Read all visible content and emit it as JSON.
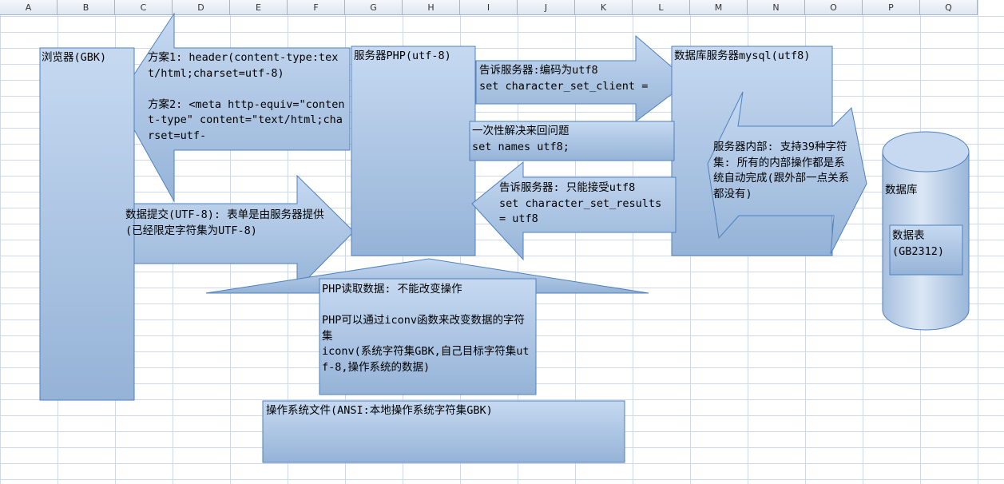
{
  "sheet": {
    "columns": [
      "A",
      "B",
      "C",
      "D",
      "E",
      "F",
      "G",
      "H",
      "I",
      "J",
      "K",
      "L",
      "M",
      "N",
      "O",
      "P",
      "Q"
    ]
  },
  "colors": {
    "grid_line": "#d0d7e5",
    "shape_light": "#c6d9f1",
    "shape_dark": "#95b3d7",
    "shape_border": "#4f81bd"
  },
  "diagram": {
    "browser_label": "浏览器(GBK)",
    "option_header": "方案1: header(content-type:text/html;charset=utf-8)\n\n方案2: <meta http-equiv=\"content-type\" content=\"text/html;charset=utf-",
    "submit_note": "数据提交(UTF-8): 表单是由服务器提供(已经限定字符集为UTF-8)",
    "php_server_label": "服务器PHP(utf-8)",
    "tell_client_encoding": "告诉服务器:编码为utf8\nset character_set_client = ",
    "set_names_note": "一次性解决来回问题\nset names utf8;",
    "tell_results_encoding": "告诉服务器: 只能接受utf8\nset character_set_results = utf8",
    "db_server_label": "数据库服务器mysql(utf8)",
    "db_internal_note": "服务器内部: 支持39种字符集: 所有的内部操作都是系统自动完成(跟外部一点关系都没有)",
    "database_label": "数据库",
    "table_label": "数据表\n(GB2312)",
    "php_read_note": "PHP读取数据: 不能改变操作\n\nPHP可以通过iconv函数来改变数据的字符集\niconv(系统字符集GBK,自己目标字符集utf-8,操作系统的数据)",
    "os_file_note": "操作系统文件(ANSI:本地操作系统字符集GBK)"
  }
}
